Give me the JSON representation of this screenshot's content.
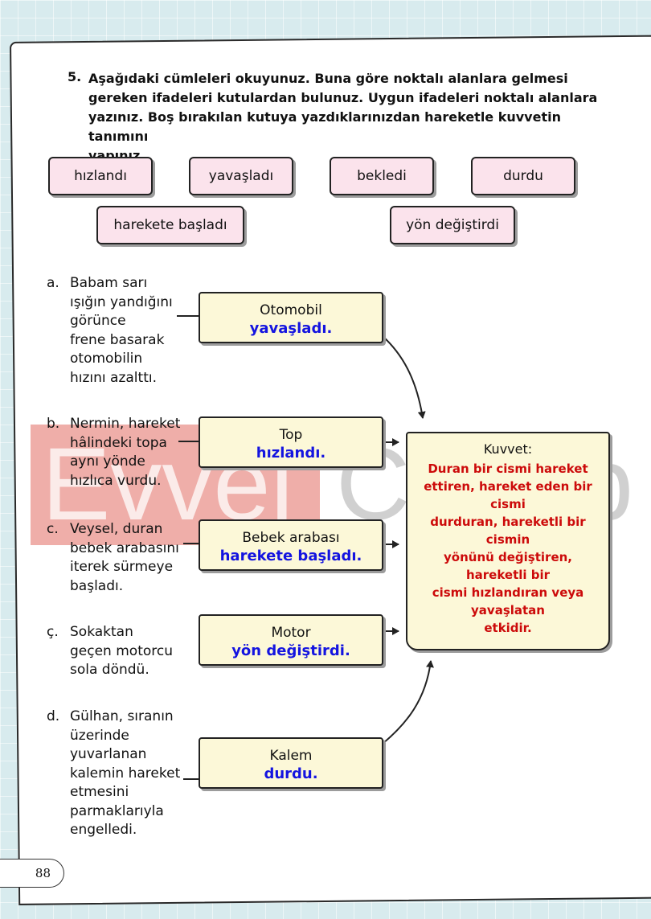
{
  "question": {
    "number": "5.",
    "lines": [
      "Aşağıdaki cümleleri okuyunuz. Buna göre noktalı alanlara gelmesi",
      "gereken ifadeleri kutulardan bulunuz. Uygun ifadeleri noktalı alanlara",
      "yazınız. Boş bırakılan kutuya yazdıklarınızdan hareketle kuvvetin tanımını",
      "yapınız."
    ]
  },
  "word_bank": [
    "hızlandı",
    "yavaşladı",
    "bekledi",
    "durdu",
    "harekete başladı",
    "yön değiştirdi"
  ],
  "items": [
    {
      "label": "a.",
      "lines": [
        "Babam sarı",
        "ışığın yandığını",
        "görünce",
        "frene basarak",
        "otomobilin",
        "hızını azalttı."
      ],
      "subject": "Otomobil",
      "answer": "yavaşladı."
    },
    {
      "label": "b.",
      "lines": [
        "Nermin, hareket",
        "hâlindeki topa",
        "aynı yönde",
        "hızlıca vurdu."
      ],
      "subject": "Top",
      "answer": "hızlandı."
    },
    {
      "label": "c.",
      "lines": [
        "Veysel, duran",
        "bebek arabasını",
        "iterek sürmeye",
        "başladı."
      ],
      "subject": "Bebek arabası",
      "answer": "harekete başladı."
    },
    {
      "label": "ç.",
      "lines": [
        "Sokaktan",
        "geçen motorcu",
        "sola döndü."
      ],
      "subject": "Motor",
      "answer": "yön değiştirdi."
    },
    {
      "label": "d.",
      "lines": [
        "Gülhan, sıranın",
        "üzerinde",
        "yuvarlanan",
        "kalemin hareket",
        "etmesini",
        "parmaklarıyla",
        "engelledi."
      ],
      "subject": "Kalem",
      "answer": "durdu."
    }
  ],
  "kuvvet": {
    "title": "Kuvvet:",
    "definition_lines": [
      "Duran bir cismi hareket",
      "ettiren, hareket eden bir",
      "cismi",
      "durduran, hareketli bir",
      "cismin",
      "yönünü değiştiren,",
      "hareketli bir",
      "cismi hızlandıran veya",
      "yavaşlatan",
      "etkidir."
    ]
  },
  "watermark": {
    "part1": "Evvel",
    "part2": "Cevap"
  },
  "page_number": "88",
  "colors": {
    "answer": "#1414e0",
    "definition": "#cc0a0a",
    "word_box": "#fbe3ec",
    "answer_box": "#fcf8d8"
  }
}
